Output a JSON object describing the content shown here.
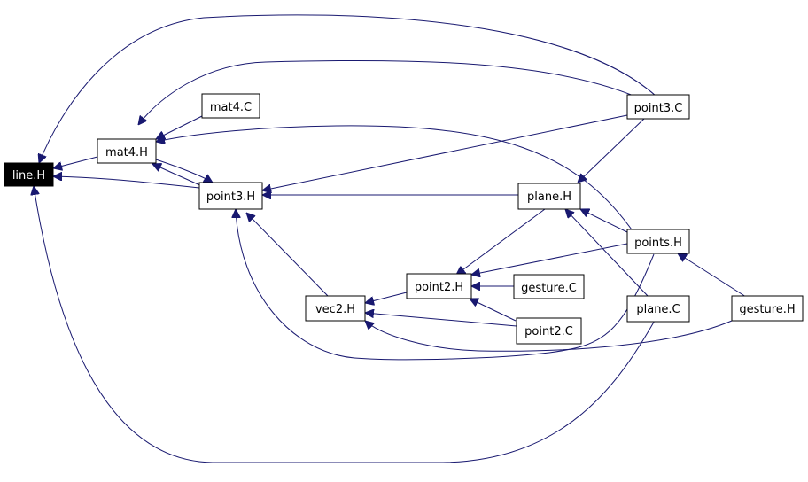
{
  "graph": {
    "nodes": [
      {
        "id": "line_h",
        "label": "line.H",
        "root": true
      },
      {
        "id": "mat4_h",
        "label": "mat4.H"
      },
      {
        "id": "mat4_c",
        "label": "mat4.C"
      },
      {
        "id": "point3_h",
        "label": "point3.H"
      },
      {
        "id": "point3_c",
        "label": "point3.C"
      },
      {
        "id": "plane_h",
        "label": "plane.H"
      },
      {
        "id": "points_h",
        "label": "points.H"
      },
      {
        "id": "vec2_h",
        "label": "vec2.H"
      },
      {
        "id": "point2_h",
        "label": "point2.H"
      },
      {
        "id": "gesture_c",
        "label": "gesture.C"
      },
      {
        "id": "point2_c",
        "label": "point2.C"
      },
      {
        "id": "plane_c",
        "label": "plane.C"
      },
      {
        "id": "gesture_h",
        "label": "gesture.H"
      }
    ],
    "edges": [
      {
        "from": "mat4_h",
        "to": "line_h"
      },
      {
        "from": "point3_h",
        "to": "line_h"
      },
      {
        "from": "point3_c",
        "to": "line_h"
      },
      {
        "from": "plane_c",
        "to": "line_h"
      },
      {
        "from": "mat4_c",
        "to": "mat4_h"
      },
      {
        "from": "point3_c",
        "to": "mat4_h"
      },
      {
        "from": "point3_h",
        "to": "mat4_h"
      },
      {
        "from": "points_h",
        "to": "mat4_h"
      },
      {
        "from": "mat4_h",
        "to": "point3_h"
      },
      {
        "from": "point3_c",
        "to": "point3_h"
      },
      {
        "from": "plane_h",
        "to": "point3_h"
      },
      {
        "from": "vec2_h",
        "to": "point3_h"
      },
      {
        "from": "points_h",
        "to": "point3_h"
      },
      {
        "from": "point3_c",
        "to": "plane_h"
      },
      {
        "from": "points_h",
        "to": "plane_h"
      },
      {
        "from": "plane_c",
        "to": "plane_h"
      },
      {
        "from": "plane_h",
        "to": "point2_h"
      },
      {
        "from": "points_h",
        "to": "point2_h"
      },
      {
        "from": "gesture_c",
        "to": "point2_h"
      },
      {
        "from": "point2_c",
        "to": "point2_h"
      },
      {
        "from": "point2_h",
        "to": "vec2_h"
      },
      {
        "from": "point2_c",
        "to": "vec2_h"
      },
      {
        "from": "gesture_h",
        "to": "vec2_h"
      },
      {
        "from": "gesture_h",
        "to": "points_h"
      }
    ]
  }
}
